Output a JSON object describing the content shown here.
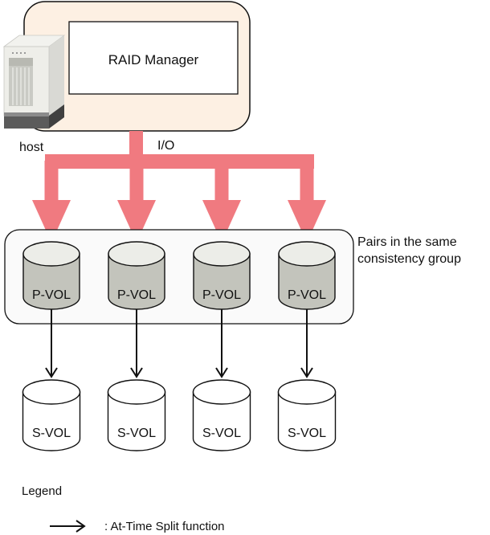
{
  "colors": {
    "io_arrow": "#f07a80",
    "host_panel_fill": "#fdf0e3",
    "group_panel_fill": "#fafafa",
    "pvol_body": "#c3c4bc",
    "pvol_top": "#ecede8",
    "svol_fill": "#ffffff",
    "stroke": "#111111"
  },
  "host": {
    "label": "host",
    "app_label": "RAID Manager",
    "io_label": "I/O"
  },
  "group": {
    "label_line1": "Pairs in the same",
    "label_line2": "consistency group"
  },
  "pairs": [
    {
      "primary": "P-VOL",
      "secondary": "S-VOL"
    },
    {
      "primary": "P-VOL",
      "secondary": "S-VOL"
    },
    {
      "primary": "P-VOL",
      "secondary": "S-VOL"
    },
    {
      "primary": "P-VOL",
      "secondary": "S-VOL"
    }
  ],
  "legend": {
    "title": "Legend",
    "items": [
      {
        "symbol": "arrow-right",
        "text": ": At-Time Split function"
      }
    ]
  }
}
